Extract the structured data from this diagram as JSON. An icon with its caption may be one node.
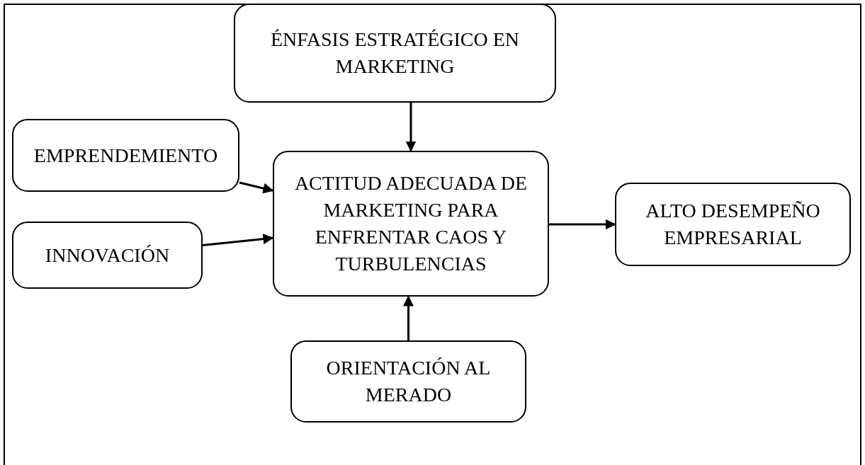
{
  "diagram": {
    "nodes": [
      {
        "text": [
          "ÉNFASIS ESTRATÉGICO EN MARKETING"
        ]
      },
      {
        "text": [
          "EMPRENDEMIENTO"
        ]
      },
      {
        "text": [
          "ACTITUD ADECUADA DE MARKETING PARA ENFRENTAR CAOS Y TURBULENCIAS"
        ]
      },
      {
        "text": [
          "INNOVACIÓN"
        ]
      },
      {
        "text": [
          "ALTO DESEMPEÑO EMPRESARIAL"
        ]
      },
      {
        "text": [
          "ORIENTACIÓN AL MERADO"
        ]
      }
    ],
    "edges": [
      {
        "from": 0,
        "to": 2,
        "arrow": "to"
      },
      {
        "from": 1,
        "to": 2,
        "arrow": "to"
      },
      {
        "from": 3,
        "to": 2,
        "arrow": "to"
      },
      {
        "from": 2,
        "to": 4,
        "arrow": "to"
      },
      {
        "from": 5,
        "to": 2,
        "arrow": "to"
      }
    ]
  }
}
